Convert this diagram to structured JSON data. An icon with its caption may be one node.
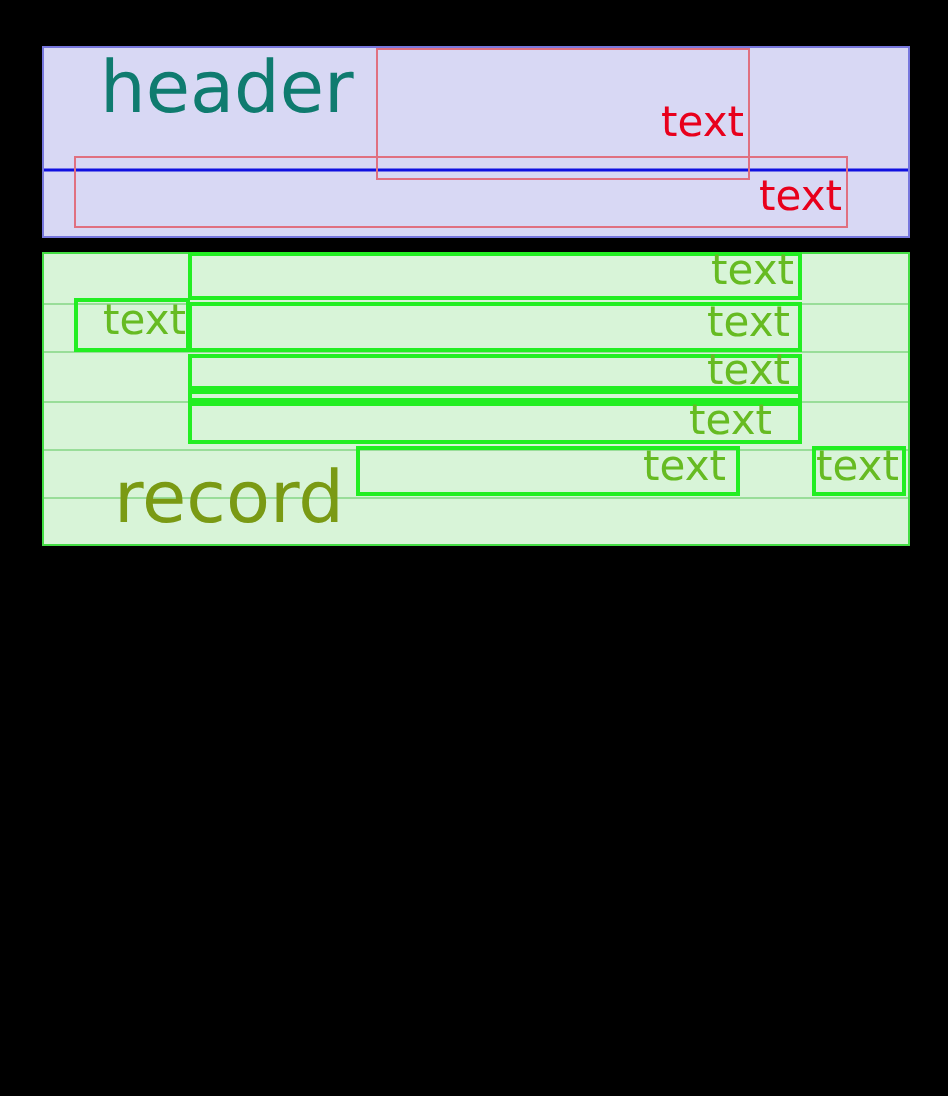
{
  "diagram": {
    "nodes": [
      {
        "text": [
          "header"
        ]
      },
      {
        "text": [
          "text"
        ],
        "in": 0
      },
      {
        "text": [
          "text"
        ],
        "in": 0
      },
      {
        "text": [
          "record"
        ]
      },
      {
        "text": [
          "text"
        ],
        "in": 3
      },
      {
        "text": [
          "text"
        ],
        "in": 3
      },
      {
        "text": [
          "text"
        ],
        "in": 3
      },
      {
        "text": [
          "text"
        ],
        "in": 3
      },
      {
        "text": [],
        "shape": "box",
        "in": 3
      },
      {
        "text": [
          "text"
        ],
        "in": 3
      },
      {
        "text": [
          "text"
        ],
        "in": 3
      },
      {
        "text": [
          "text"
        ],
        "in": 3
      }
    ]
  }
}
